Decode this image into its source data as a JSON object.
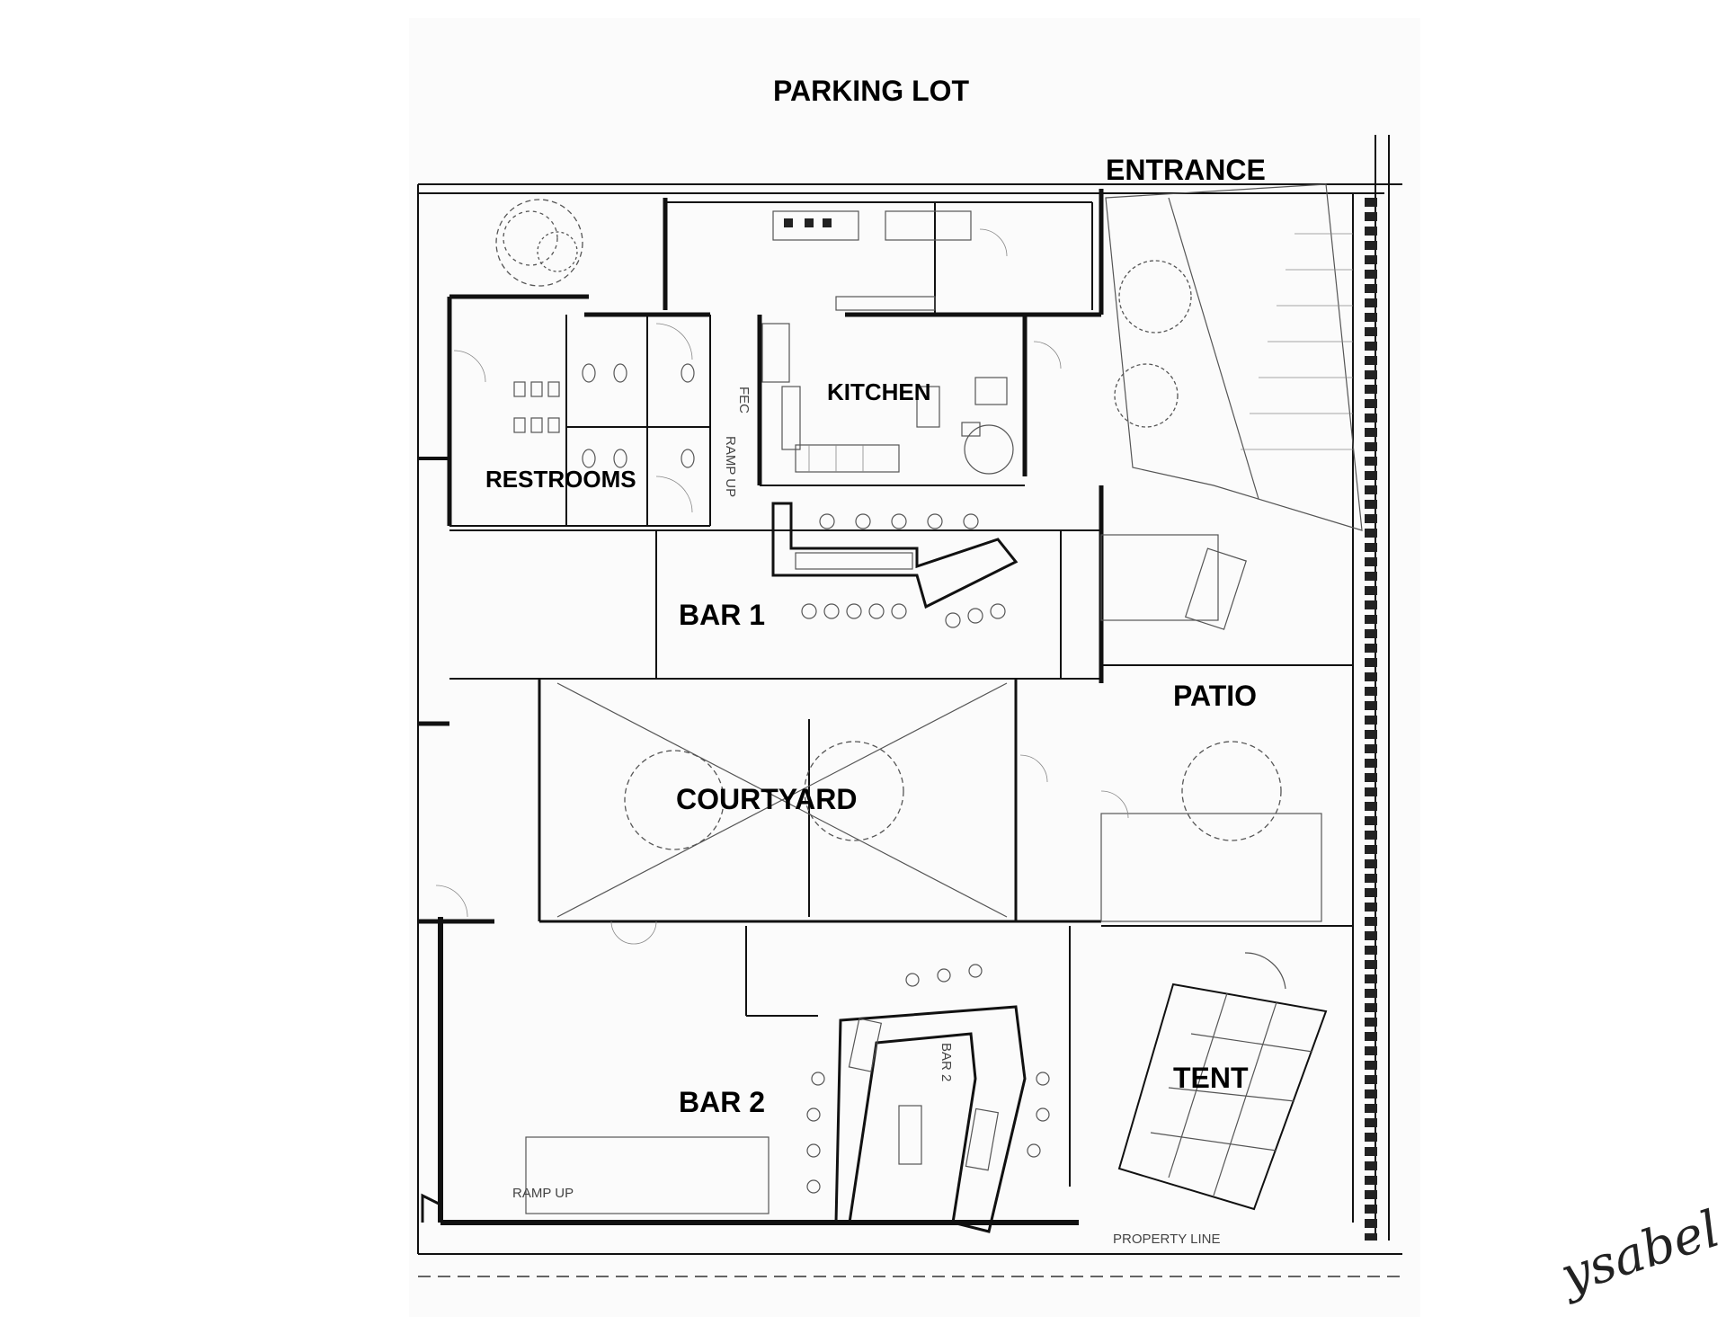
{
  "labels": {
    "parking_lot": "PARKING LOT",
    "entrance": "ENTRANCE",
    "kitchen": "KITCHEN",
    "restrooms": "RESTROOMS",
    "bar1": "BAR 1",
    "patio": "PATIO",
    "courtyard": "COURTYARD",
    "tent": "TENT",
    "bar2": "BAR 2",
    "property_line": "PROPERTY LINE",
    "ramp_up": "RAMP UP",
    "fec": "FEC",
    "bar2_small": "BAR 2",
    "signature": "ysabel"
  },
  "colors": {
    "ink": "#111111",
    "background": "#ffffff"
  }
}
